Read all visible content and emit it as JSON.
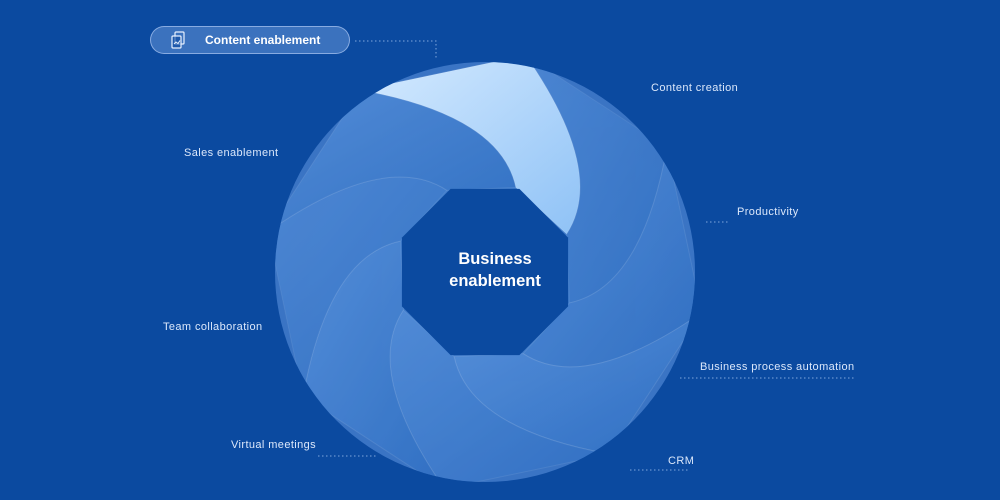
{
  "center": {
    "line1": "Business",
    "line2": "enablement"
  },
  "active_segment": {
    "label": "Content enablement",
    "icon": "content-document-icon"
  },
  "segments": [
    {
      "id": "content-creation",
      "label": "Content creation"
    },
    {
      "id": "productivity",
      "label": "Productivity"
    },
    {
      "id": "business-process-automation",
      "label": "Business process automation"
    },
    {
      "id": "crm",
      "label": "CRM"
    },
    {
      "id": "virtual-meetings",
      "label": "Virtual meetings"
    },
    {
      "id": "team-collaboration",
      "label": "Team collaboration"
    },
    {
      "id": "sales-enablement",
      "label": "Sales enablement"
    }
  ],
  "colors": {
    "background": "#0b4aa0",
    "hub": "#0b4aa0",
    "blade_dark": "#2f6fc2",
    "blade_light": "#5a93dd",
    "active_blade_light": "#d6ebff",
    "active_blade_dark": "#8fc2f6",
    "label_text": "#dce8fb",
    "leader_line": "#7fa6dd"
  }
}
